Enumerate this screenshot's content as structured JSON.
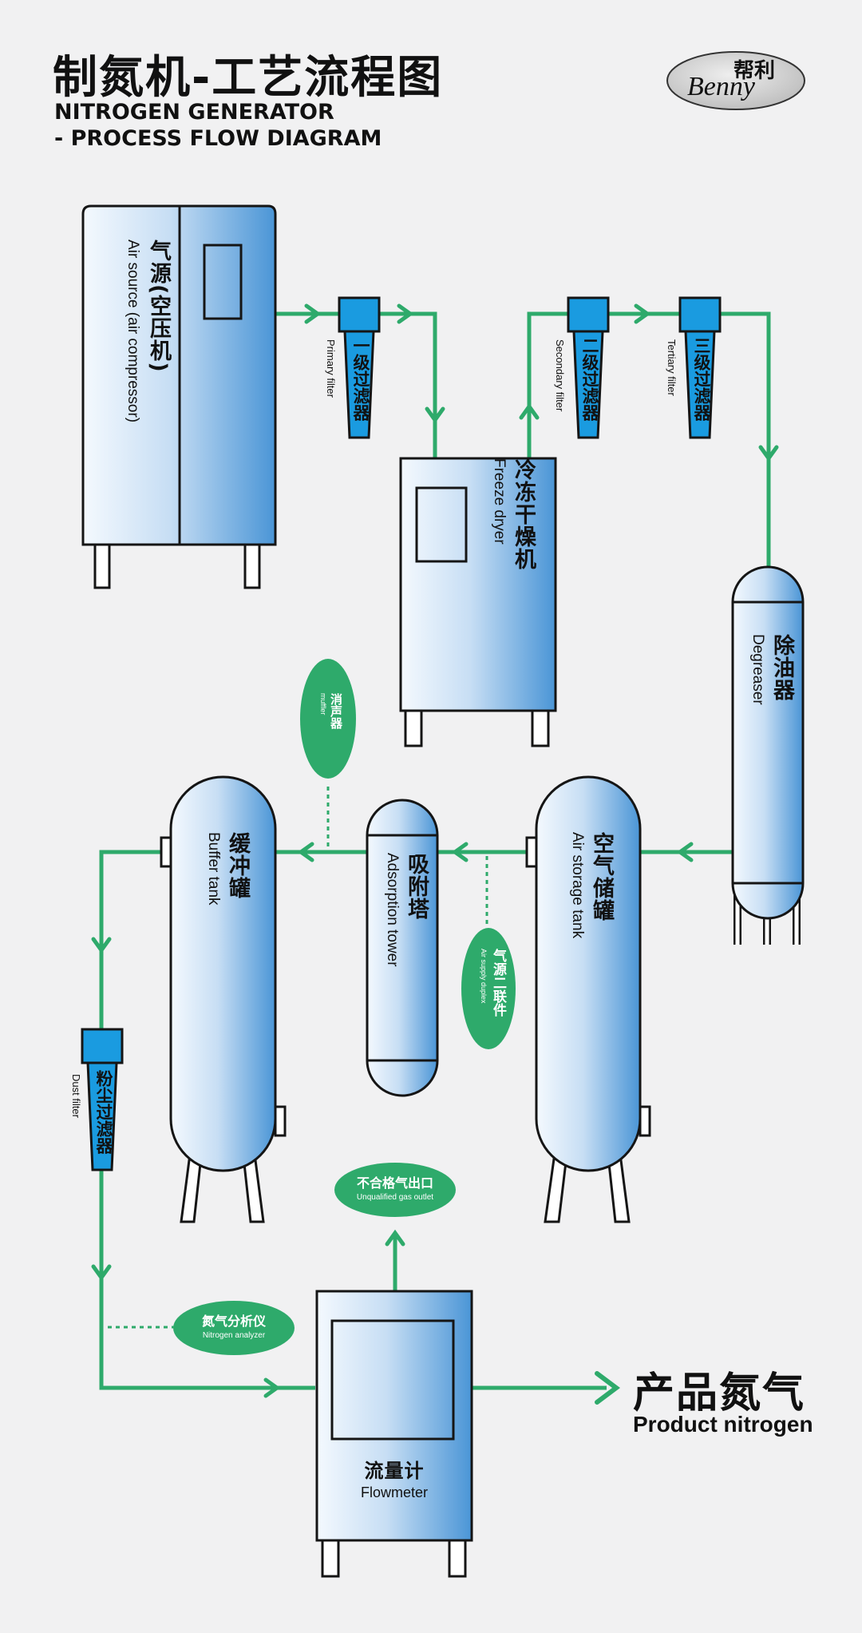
{
  "title": {
    "cn": "制氮机-工艺流程图",
    "en_line1": "NITROGEN GENERATOR",
    "en_line2": "- PROCESS FLOW DIAGRAM"
  },
  "logo": {
    "cn": "帮利",
    "en": "Benny"
  },
  "equipment": {
    "air_source": {
      "cn": "气源(空压机)",
      "en": "Air source (air compressor)"
    },
    "freeze_dryer": {
      "cn": "冷冻干燥机",
      "en": "Freeze dryer"
    },
    "degreaser": {
      "cn": "除油器",
      "en": "Degreaser"
    },
    "air_storage_tank": {
      "cn": "空气储罐",
      "en": "Air storage tank"
    },
    "adsorption_tower": {
      "cn": "吸附塔",
      "en": "Adsorption tower"
    },
    "buffer_tank": {
      "cn": "缓冲罐",
      "en": "Buffer tank"
    },
    "flowmeter": {
      "cn": "流量计",
      "en": "Flowmeter"
    }
  },
  "filters": {
    "primary": {
      "cn": "一级过滤器",
      "en": "Primary filter"
    },
    "secondary": {
      "cn": "二级过滤器",
      "en": "Secondary filter"
    },
    "tertiary": {
      "cn": "三级过滤器",
      "en": "Tertiary filter"
    },
    "dust": {
      "cn": "粉尘过滤器",
      "en": "Dust filter"
    }
  },
  "badges": {
    "muffler": {
      "cn": "消声器",
      "en": "muffler"
    },
    "air_supply_duplex": {
      "cn": "气源二联件",
      "en": "Air supply duplex"
    },
    "unqualified_outlet": {
      "cn": "不合格气出口",
      "en": "Unqualified gas outlet"
    },
    "nitrogen_analyzer": {
      "cn": "氮气分析仪",
      "en": "Nitrogen analyzer"
    }
  },
  "product": {
    "cn": "产品氮气",
    "en": "Product nitrogen"
  },
  "colors": {
    "pipe": "#2eaa6b",
    "filter": "#1a9be0",
    "badge": "#2eaa6b",
    "equip_light": "#f3f8fd",
    "equip_dark": "#4f9ad8",
    "outline": "#151515"
  }
}
